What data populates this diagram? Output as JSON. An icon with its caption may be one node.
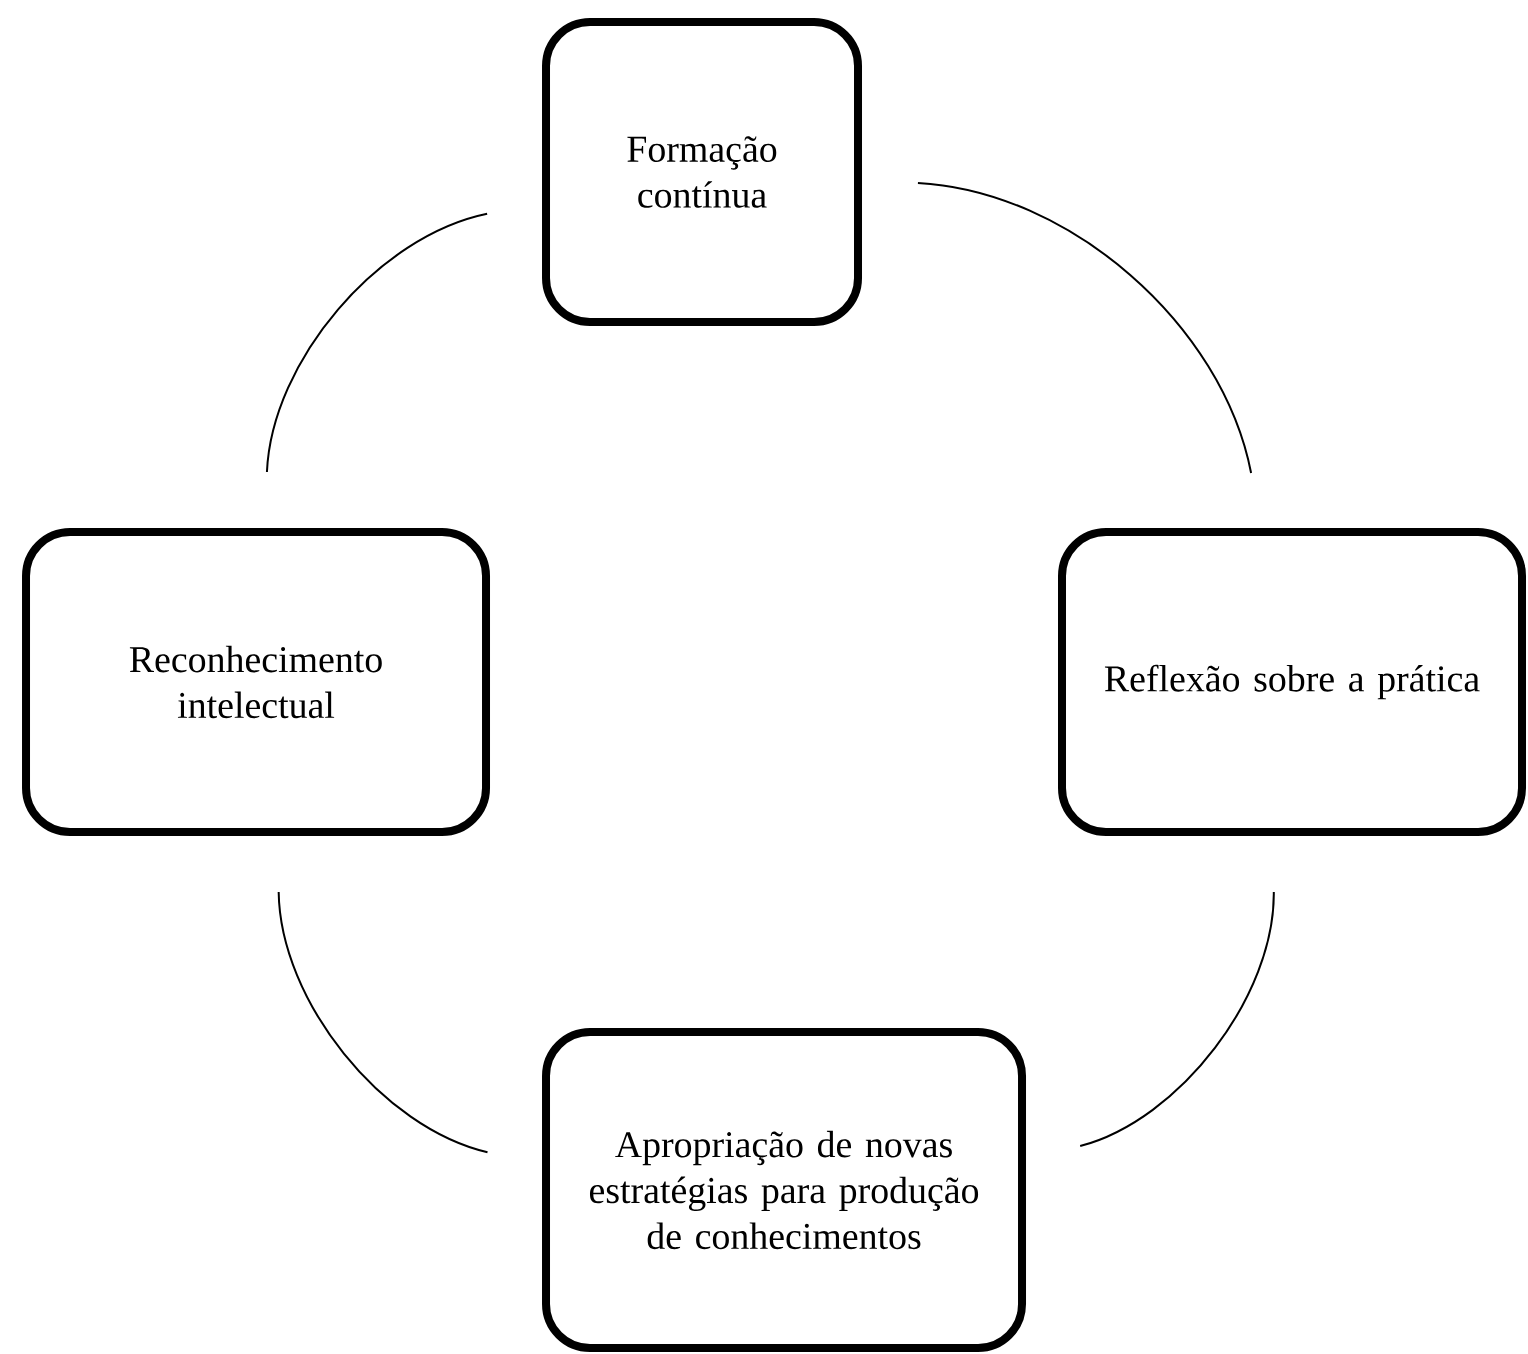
{
  "diagram": {
    "nodes": [
      {
        "text": [
          "Formação contínua"
        ]
      },
      {
        "text": [
          "Reflexão sobre a prática"
        ]
      },
      {
        "text": [
          "Apropriação de novas estratégias para produção de conhecimentos"
        ]
      },
      {
        "text": [
          "Reconhecimento intelectual"
        ]
      }
    ],
    "edges": [
      {
        "from": 0,
        "to": 1,
        "arrow": "none"
      },
      {
        "from": 1,
        "to": 2,
        "arrow": "none"
      },
      {
        "from": 2,
        "to": 3,
        "arrow": "none"
      },
      {
        "from": 3,
        "to": 0,
        "arrow": "none"
      }
    ]
  }
}
